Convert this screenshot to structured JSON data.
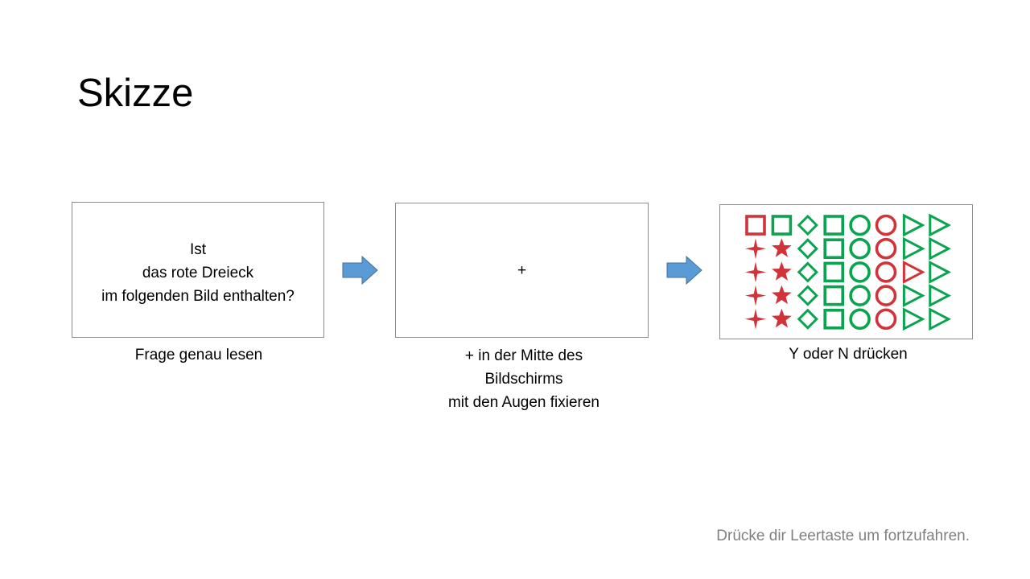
{
  "slide": {
    "title": "Skizze",
    "hint": "Drücke dir Leertaste um fortzufahren."
  },
  "panels": {
    "question": {
      "lines": [
        "Ist",
        "das rote Dreieck",
        "im folgenden Bild enthalten?"
      ],
      "caption": [
        "Frage genau lesen"
      ]
    },
    "fixation": {
      "symbol": "+",
      "caption": [
        "+ in der Mitte des",
        "Bildschirms",
        "mit den Augen fixieren"
      ]
    },
    "stimulus": {
      "caption": [
        "Y oder N drücken"
      ],
      "colors": {
        "red": "#d13438",
        "green": "#0aa34f"
      },
      "grid": [
        [
          "square-red",
          "square-green",
          "diamond-green",
          "square-green",
          "circle-green",
          "circle-red",
          "triangle-green",
          "triangle-green"
        ],
        [
          "star4-red",
          "star5-red",
          "diamond-green",
          "square-green",
          "circle-green",
          "circle-red",
          "triangle-green",
          "triangle-green"
        ],
        [
          "star4-red",
          "star5-red",
          "diamond-green",
          "square-green",
          "circle-green",
          "circle-red",
          "triangle-red",
          "triangle-green"
        ],
        [
          "star4-red",
          "star5-red",
          "diamond-green",
          "square-green",
          "circle-green",
          "circle-red",
          "triangle-green",
          "triangle-green"
        ],
        [
          "star4-red",
          "star5-red",
          "diamond-green",
          "square-green",
          "circle-green",
          "circle-red",
          "triangle-green",
          "triangle-green"
        ]
      ]
    }
  },
  "arrows": {
    "color": "#5b9bd5",
    "border": "#41719c",
    "icon": "arrow-right-icon"
  }
}
